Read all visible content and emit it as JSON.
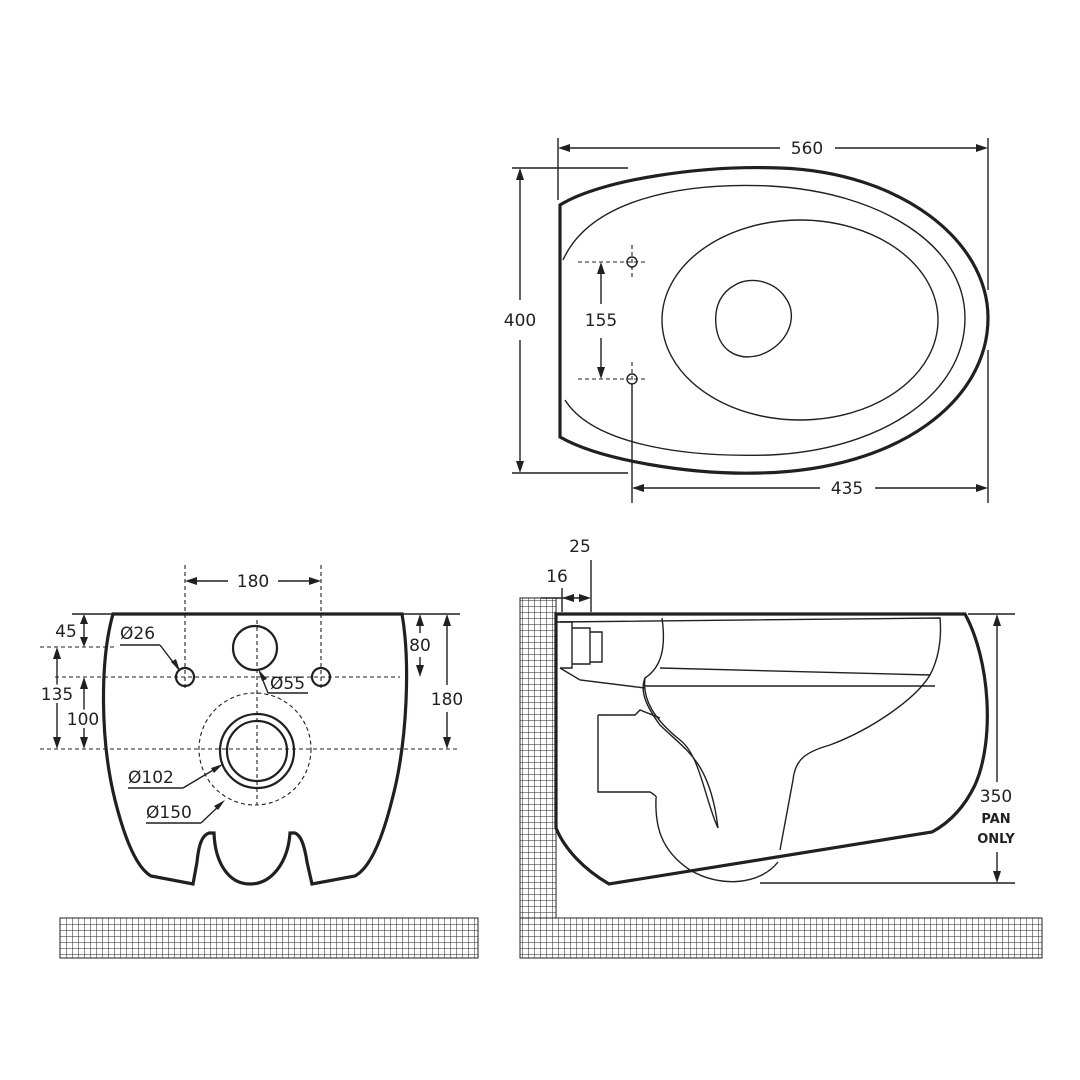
{
  "top_view": {
    "width_label": "560",
    "depth_label": "400",
    "bolt_spacing_label": "155",
    "length_label": "435"
  },
  "rear_view": {
    "bolt_centres_label": "180",
    "top_offset_label": "45",
    "bolt_hole_label": "Ø26",
    "inlet_to_top_label": "80",
    "inlet_label": "Ø55",
    "bolt_height_label": "135",
    "outlet_height_label": "100",
    "overall_height_label": "180",
    "outlet_inner_label": "Ø102",
    "outlet_outer_label": "Ø150"
  },
  "side_view": {
    "wall_gap_label": "25",
    "wall_thickness_label": "16",
    "height_label": "350",
    "pan_label": "PAN",
    "only_label": "ONLY"
  },
  "colors": {
    "line": "#231f20",
    "background": "#ffffff"
  }
}
